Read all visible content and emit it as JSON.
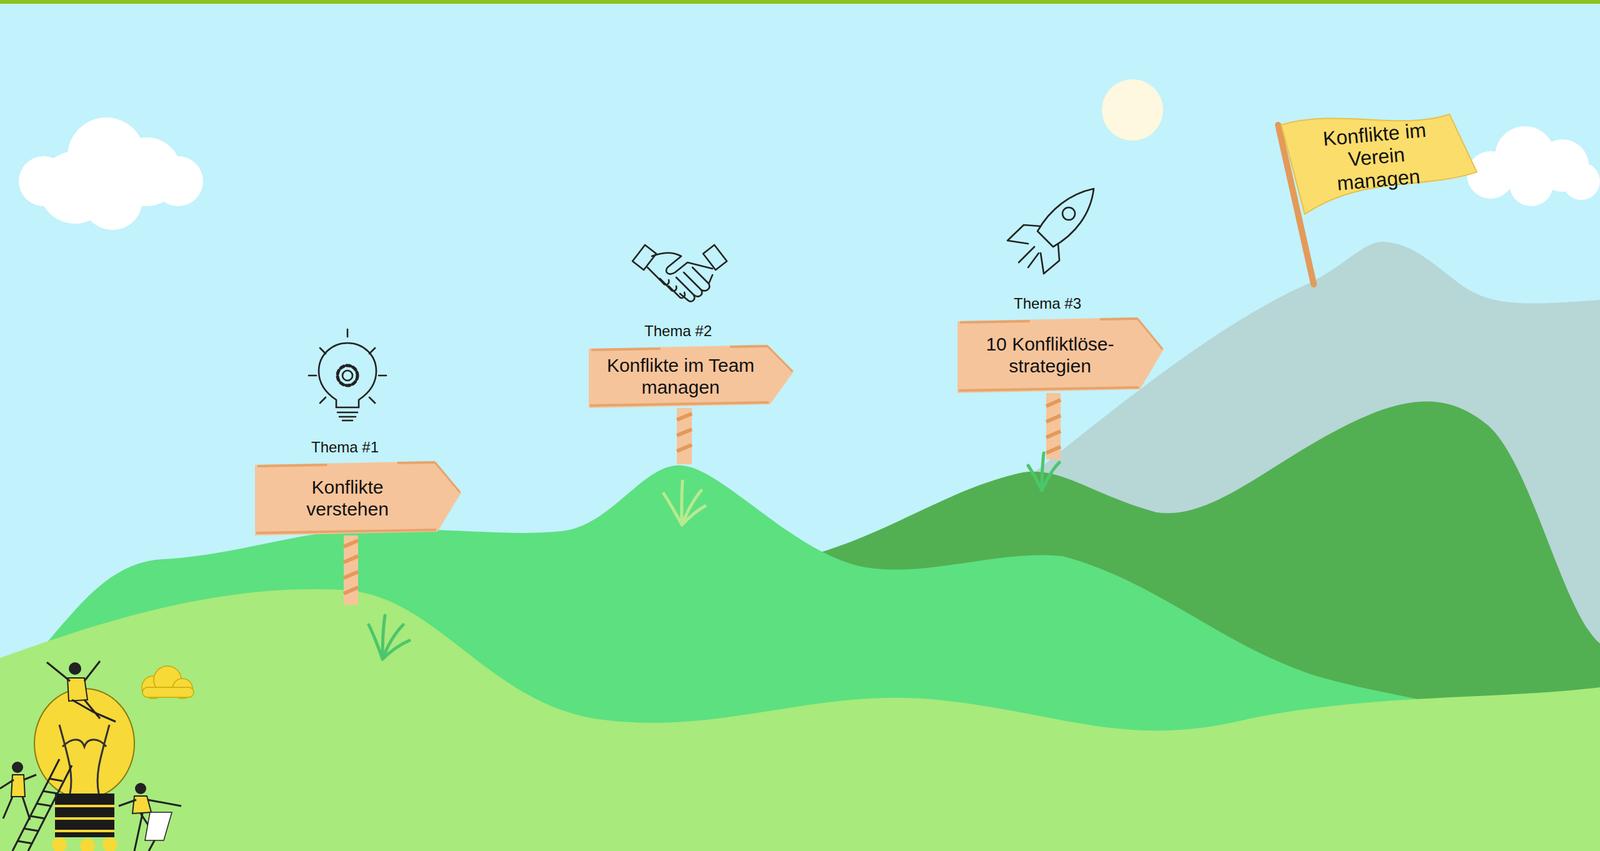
{
  "diagram": {
    "nodes": [
      {
        "text": [
          "Thema #1",
          "Konflikte verstehen"
        ]
      },
      {
        "text": [
          "Thema #2",
          "Konflikte im Team managen"
        ]
      },
      {
        "text": [
          "Thema #3",
          "10 Konfliktlöse- strategien"
        ]
      },
      {
        "text": [
          "Konflikte im Verein managen"
        ]
      }
    ]
  }
}
